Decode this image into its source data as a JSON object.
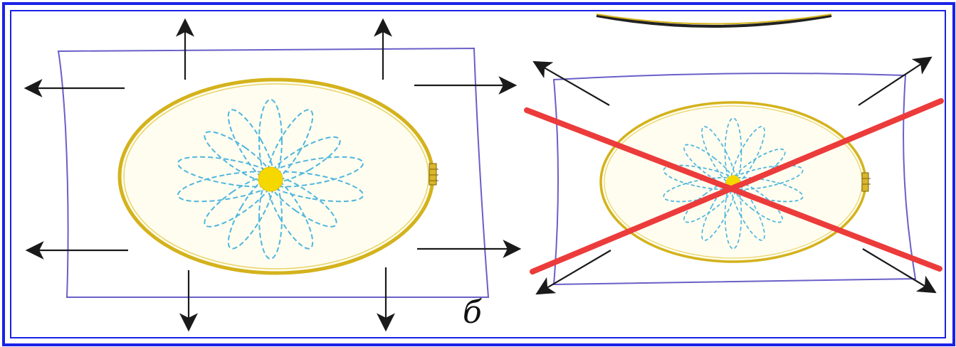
{
  "colors": {
    "frame": "#1a22e6",
    "fabric_outline": "#6a5fc8",
    "hoop": "#d4b21c",
    "hoop_fill": "#fffdf0",
    "petal": "#4fb6dd",
    "flower_center": "#f5d800",
    "arrow": "#1a1a1a",
    "cross": "#ec3b3b"
  },
  "figure": {
    "panel_label": "б",
    "correct_panel": {
      "name": "correct-hoop-tension",
      "arrow_directions": [
        "up",
        "up",
        "left",
        "right",
        "left",
        "right",
        "down",
        "down"
      ]
    },
    "incorrect_panel": {
      "name": "incorrect-hoop-tension",
      "arrow_directions": [
        "up-left",
        "up-right",
        "down-left",
        "down-right"
      ],
      "crossed_out": true
    }
  }
}
